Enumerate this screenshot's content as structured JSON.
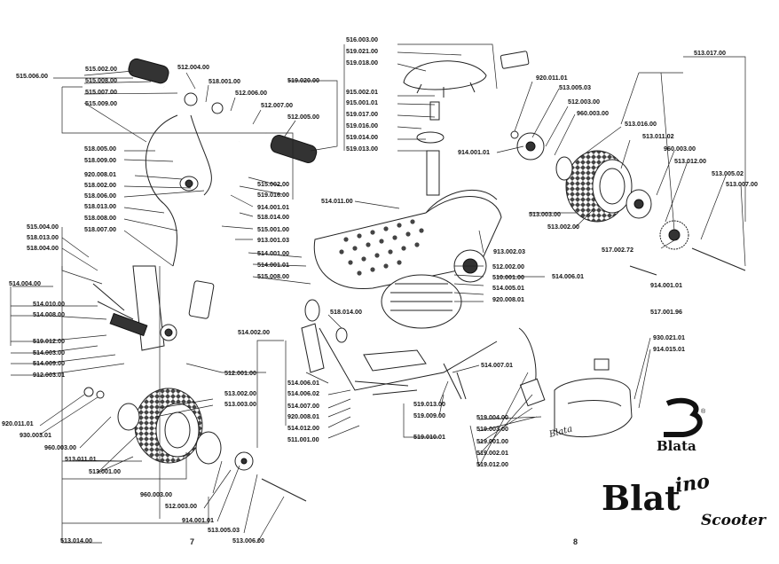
{
  "labels": {
    "l515006": "515.006.00",
    "l515002": "515.002.00",
    "l515008": "515.008.00",
    "l515007": "515.007.00",
    "l515009": "515.009.00",
    "l512004": "512.004.00",
    "l518001": "518.001.00",
    "l512006": "512.006.00",
    "l512007": "512.007.00",
    "l512005": "512.005.00",
    "l519020": "519.020.00",
    "l516003": "516.003.00",
    "l519021": "519.021.00",
    "l519018": "519.018.00",
    "l915002": "915.002.01",
    "l915001": "915.001.01",
    "l519017": "519.017.00",
    "l519016": "519.016.00",
    "l519014": "519.014.00",
    "l519013": "519.013.00",
    "l920011a": "920.011.01",
    "l513005a": "513.005.03",
    "l512003a": "512.003.00",
    "l960003a": "960.003.00",
    "l513016": "513.016.00",
    "l513011a": "513.011.02",
    "l960003b": "960.003.00",
    "l513012": "513.012.00",
    "l513017": "513.017.00",
    "l914001a": "914.001.01",
    "l513005b": "513.005.02",
    "l513007": "513.007.00",
    "l513003a": "513.003.00",
    "l513002a": "513.002.00",
    "l518005": "518.005.00",
    "l518009": "518.009.00",
    "l920008a": "920.008.01",
    "l518002": "518.002.00",
    "l518006": "518.006.00",
    "l518013a": "518.013.00",
    "l518008": "518.008.00",
    "l518007": "518.007.00",
    "l515002b": "515.002.00",
    "l519016b": "519.016.00",
    "l914001b": "914.001.01",
    "l518014a": "518.014.00",
    "l515001": "515.001.00",
    "l913001": "913.001.03",
    "l514001a": "514.001.00",
    "l514001b": "514.001.01",
    "l515008b": "515.008.00",
    "l514011": "514.011.00",
    "l913002": "913.002.03",
    "l512002": "512.002.00",
    "l510001": "510.001.00",
    "l514005": "514.005.01",
    "l920008b": "920.008.01",
    "l514006": "514.006.01",
    "l517002": "517.002.72",
    "l914001c": "914.001.01",
    "l517001": "517.001.96",
    "l515004": "515.004.00",
    "l518013b": "518.013.00",
    "l518004": "518.004.00",
    "l514004": "514.004.00",
    "l514010": "514.010.00",
    "l514008": "514.008.00",
    "l519012a": "519.012.00",
    "l514003": "514.003.00",
    "l514009": "514.009.00",
    "l912003": "912.003.01",
    "l512001": "512.001.00",
    "l518014b": "518.014.00",
    "l514002": "514.002.00",
    "l514006b": "514.006.01",
    "l514006c": "514.006.02",
    "l514007a": "514.007.00",
    "l920008c": "920.008.01",
    "l514012": "514.012.00",
    "l511001": "511.001.00",
    "l514007b": "514.007.01",
    "l519013b": "519.013.00",
    "l519009": "519.009.00",
    "l519010": "519.010.01",
    "l930021": "930.021.01",
    "l914015": "914.015.01",
    "l519004": "519.004.00",
    "l519003": "519.003.00",
    "l519001": "519.001.00",
    "l519002": "519.002.01",
    "l519012b": "519.012.00",
    "l920011b": "920.011.01",
    "l930003": "930.003.01",
    "l960003c": "960.003.00",
    "l513011b": "513.011.01",
    "l513001": "513.001.00",
    "l513002b": "513.002.00",
    "l513003b": "513.003.00",
    "l960003d": "960.003.00",
    "l512003b": "512.003.00",
    "l914001d": "914.001.01",
    "l513005c": "513.005.03",
    "l513006": "513.006.00",
    "l513014": "513.014.00"
  },
  "pages": {
    "left": "7",
    "right": "8"
  },
  "brand": {
    "logo": "Blata",
    "word": "Blat",
    "word_script": "ino",
    "sub": "Scooter"
  }
}
